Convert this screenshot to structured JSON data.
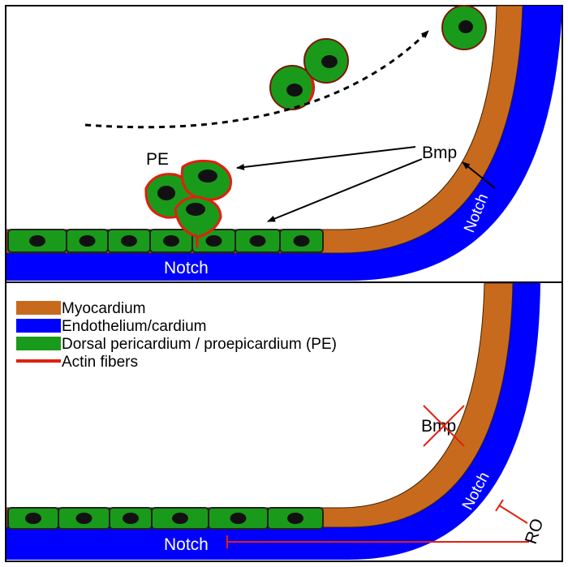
{
  "top_panel": {
    "label_pe": "PE",
    "label_bmp": "Bmp",
    "label_notch_curve": "Notch",
    "label_notch_bottom": "Notch"
  },
  "bottom_panel": {
    "label_bmp": "Bmp",
    "label_notch_curve": "Notch",
    "label_notch_bottom": "Notch",
    "label_ro": "RO"
  },
  "legend": [
    {
      "label": "Myocardium",
      "color": "#c86a1e"
    },
    {
      "label": "Endothelium/cardium",
      "color": "#0000ff"
    },
    {
      "label": "Dorsal pericardium / proepicardium (PE)",
      "color": "#1a9a1a"
    },
    {
      "label": "Actin fibers",
      "color": "#e02010"
    }
  ],
  "colors": {
    "myocardium": "#c86a1e",
    "endothelium": "#0000ff",
    "pe": "#1a9a1a",
    "actin": "#e02010",
    "nucleus": "#111111",
    "outline": "#222222"
  }
}
